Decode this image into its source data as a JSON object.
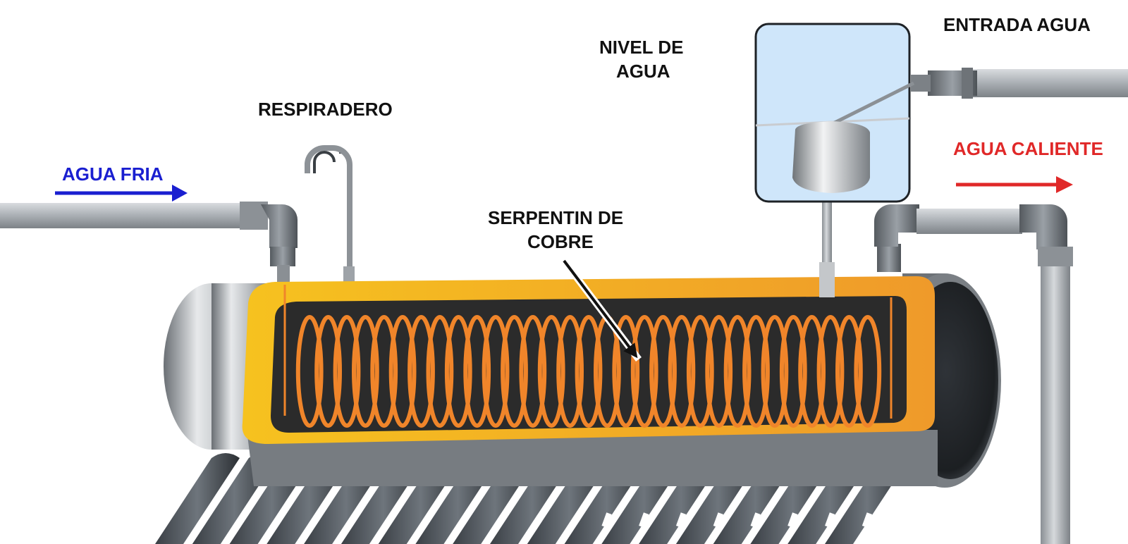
{
  "labels": {
    "agua_fria": "AGUA FRIA",
    "respiradero": "RESPIRADERO",
    "nivel_de_agua_line1": "NIVEL DE",
    "nivel_de_agua_line2": "AGUA",
    "entrada_agua": "ENTRADA AGUA",
    "agua_caliente": "AGUA CALIENTE",
    "serpentin_line1": "SERPENTIN DE",
    "serpentin_line2": "COBRE"
  },
  "colors": {
    "agua_fria": "#1a1fd0",
    "agua_caliente": "#e02828",
    "label": "#111111",
    "insulation": "#f2a81c",
    "coil": "#f0852a",
    "tank_interior": "#2b2b2b",
    "float_box": "#cfe6fa"
  },
  "icons": {
    "cold_arrow": "arrow-right-icon",
    "hot_arrow": "arrow-right-icon",
    "pointer": "arrow-down-right-icon"
  },
  "coil": {
    "turns": 31
  },
  "tubes": {
    "count": 19
  }
}
